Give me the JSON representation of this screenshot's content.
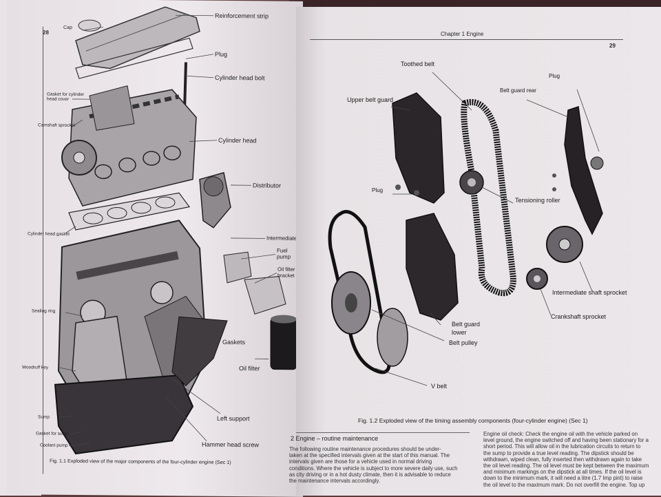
{
  "left_page": {
    "page_number": "28",
    "labels": {
      "cap": "Cap",
      "reinforcement_strip": "Reinforcement strip",
      "plug": "Plug",
      "cylinder_head_bolt": "Cylinder head bolt",
      "gasket_cover": "Gasket for cylinder head cover",
      "camshaft_sprocket": "Camshaft sprocket",
      "cylinder_head": "Cylinder head",
      "distributor": "Distributor",
      "cylinder_head_gasket": "Cylinder head gasket",
      "intermediate": "Intermediate",
      "fuel_pump": "Fuel pump",
      "oil_filter_bracket": "Oil filter bracket",
      "sealing_ring": "Sealing ring",
      "gaskets": "Gaskets",
      "oil_filter": "Oil filter",
      "woodruff_key": "Woodruff key",
      "left_support": "Left support",
      "sump": "Sump",
      "gasket_sump": "Gasket for sump",
      "coolant_pump": "Coolant pump",
      "hammer_head_screw": "Hammer head screw"
    },
    "caption": "Fig. 1.1 Exploded view of the major components of the four-cylinder engine (Sec 1)"
  },
  "right_page": {
    "header": "Chapter 1 Engine",
    "page_number": "29",
    "labels": {
      "toothed_belt": "Toothed belt",
      "plug": "Plug",
      "upper_belt_guard": "Upper belt guard",
      "belt_guard_rear": "Belt guard rear",
      "plug2": "Plug",
      "tensioning_roller": "Tensioning roller",
      "intermediate_shaft_sprocket": "Intermediate shaft sprocket",
      "crankshaft_sprocket": "Crankshaft sprocket",
      "belt_guard_lower_1": "Belt guard",
      "belt_guard_lower_2": "lower",
      "belt_pulley": "Belt pulley",
      "v_belt": "V belt"
    },
    "caption": "Fig. 1.2 Exploded view of the timing assembly components (four-cylinder engine) (Sec 1)",
    "section_heading": "2  Engine – routine maintenance",
    "left_col": [
      "The following routine maintenance procedures should be under-",
      "taken at the specified intervals given at the start of this manual. The",
      "intervals given are those for a vehicle used in normal driving",
      "conditions. Where the vehicle is subject to more severe daily use, such",
      "as city driving or in a hot dusty climate, then it is advisable to reduce",
      "the maintenance intervals accordingly."
    ],
    "right_col": [
      "Engine oil check: Check the engine oil with the vehicle parked on",
      "level ground, the engine switched off and having been stationary for a",
      "short period. This will allow oil in the lubrication circuits to return to",
      "the sump to provide a true level reading. The dipstick should be",
      "withdrawn, wiped clean, fully inserted then withdrawn again to take",
      "the oil level reading. The oil level must be kept between the maximum",
      "and minimum markings on the dipstick at all times. If the oil level is",
      "down to the minimum mark, it will need a litre (1.7 Imp pint) to raise",
      "the oil level to the maximum mark. Do not overfill the engine. Top up"
    ]
  }
}
